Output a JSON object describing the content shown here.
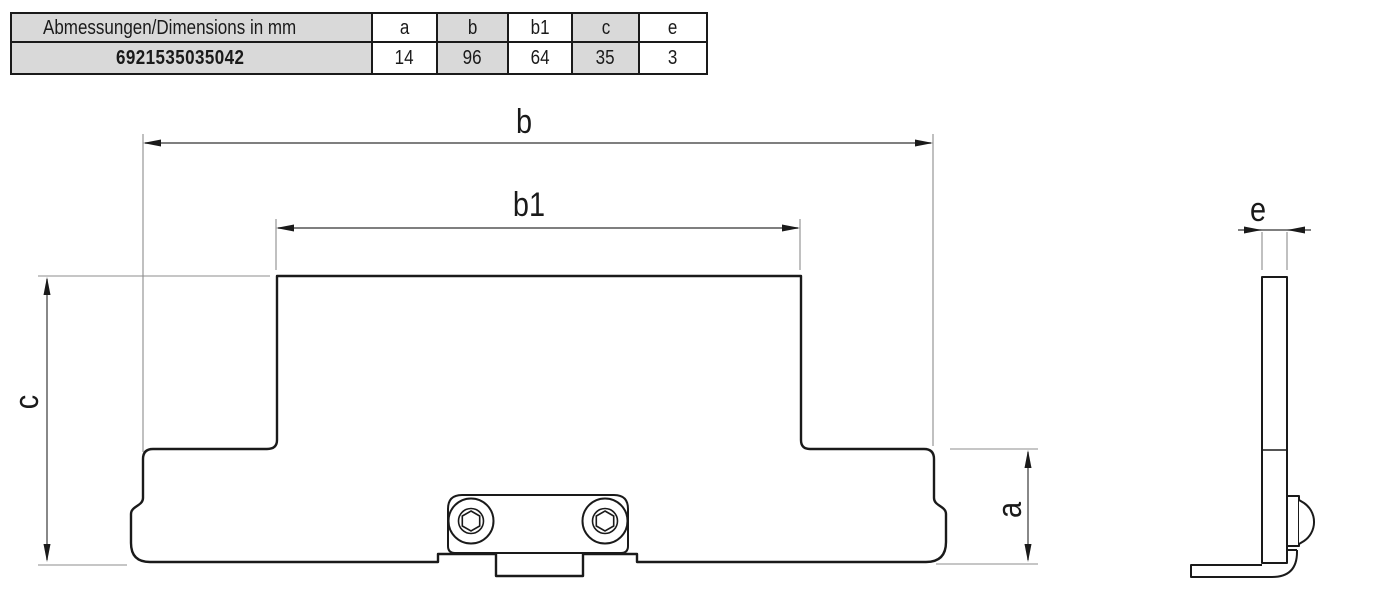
{
  "table": {
    "title": "Abmessungen/Dimensions in mm",
    "columns": [
      "a",
      "b",
      "b1",
      "c",
      "e"
    ],
    "part_number": "6921535035042",
    "values": [
      "14",
      "96",
      "64",
      "35",
      "3"
    ]
  },
  "drawing": {
    "labels": {
      "b": "b",
      "b1": "b1",
      "c": "c",
      "a": "a",
      "e": "e"
    }
  },
  "colors": {
    "line": "#1a1a1a",
    "dim_line": "#555555",
    "extension_line": "#8c8c8c",
    "table_shade": "#d9d9d9"
  }
}
